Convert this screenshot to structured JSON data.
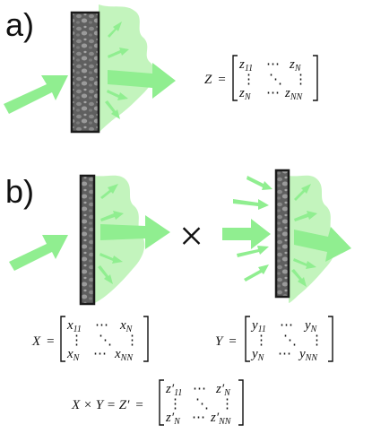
{
  "panels": {
    "a": {
      "label": "a)"
    },
    "b": {
      "label": "b)"
    }
  },
  "equations": {
    "z": {
      "lhs": "Z",
      "eq": "="
    },
    "x": {
      "lhs": "X",
      "eq": "="
    },
    "y": {
      "lhs": "Y",
      "eq": "="
    },
    "product": {
      "lhs": "X × Y = Z′"
    }
  },
  "matrices": {
    "z": {
      "var": "z",
      "row1": [
        "11",
        "N"
      ],
      "row3": [
        "N",
        "NN"
      ]
    },
    "x": {
      "var": "x",
      "row1": [
        "11",
        "N"
      ],
      "row3": [
        "N",
        "NN"
      ]
    },
    "y": {
      "var": "y",
      "row1": [
        "11",
        "N"
      ],
      "row3": [
        "N",
        "NN"
      ]
    },
    "zp": {
      "var": "z′",
      "row1": [
        "11",
        "N"
      ],
      "row3": [
        "N",
        "NN"
      ]
    }
  },
  "symbols": {
    "times": "×"
  },
  "colors": {
    "light": "#90ee90",
    "glow": "#b8f2b2",
    "medium": "#7fdf6f",
    "slab": "#6e6e6e",
    "slab_border": "#1a1a1a"
  }
}
